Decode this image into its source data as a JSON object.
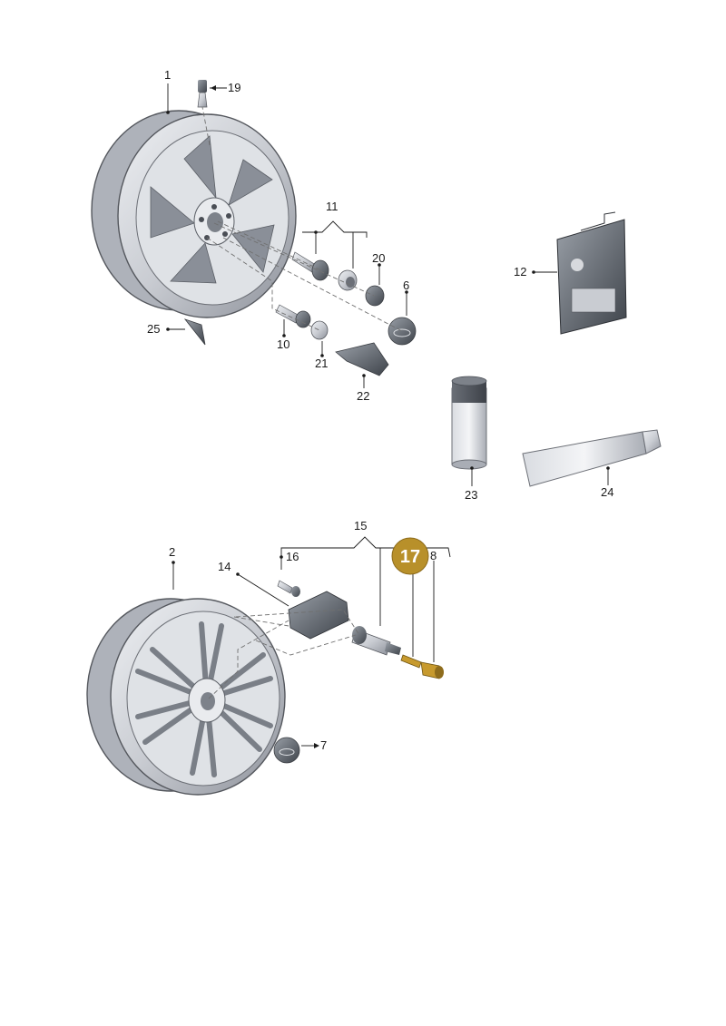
{
  "highlighted_part": "17",
  "highlight_color": "#b8902a",
  "part_fill_color": "#c9ccd2",
  "part_shadow_color": "#8c9099",
  "callouts": {
    "p1": "1",
    "p2": "2",
    "p6": "6",
    "p7": "7",
    "p8": "8",
    "p10": "10",
    "p11": "11",
    "p12": "12",
    "p14": "14",
    "p15": "15",
    "p16": "16",
    "p17": "17",
    "p19": "19",
    "p20": "20",
    "p21": "21",
    "p22": "22",
    "p23": "23",
    "p24": "24",
    "p25": "25"
  }
}
